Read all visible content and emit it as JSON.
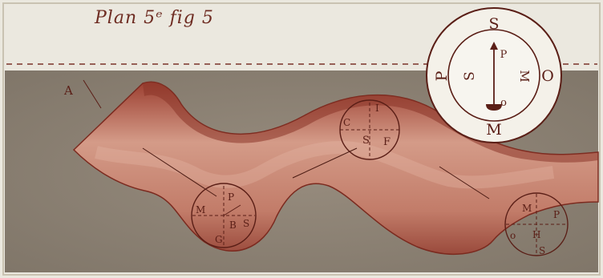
{
  "title": "Plan 5ᵉ fig 5",
  "colors": {
    "paper": "#ebe8df",
    "ground": "#8f8476",
    "ground_dark": "#6f665a",
    "river": "#c98f7c",
    "river_edge": "#7b2a1f",
    "ink": "#5a1e16"
  },
  "labels": {
    "corner": "A",
    "compass": {
      "top": "S",
      "bottom": "M",
      "left": "P",
      "right": "O",
      "inner_left": "S",
      "inner_right": "M",
      "needle_top": "P",
      "needle_bottom": "o"
    },
    "circle_upper": {
      "top": "I",
      "left": "C",
      "center": "S",
      "right": "F"
    },
    "circle_left": {
      "top": "P",
      "left": "M",
      "center": "B",
      "right": "S",
      "bottom": "G"
    },
    "circle_right": {
      "top": "M",
      "right": "P",
      "left": "o",
      "center": "H",
      "bottom": "S"
    }
  }
}
